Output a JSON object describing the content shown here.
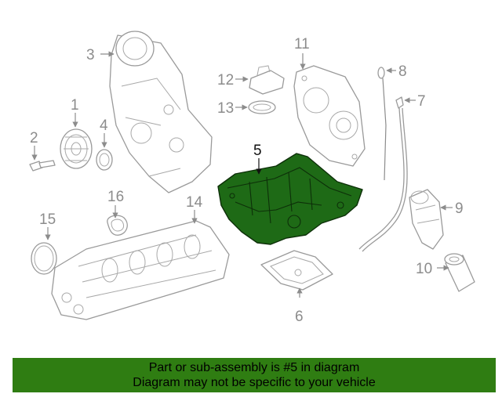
{
  "banner": {
    "line1": "Part or sub-assembly is #5 in diagram",
    "line2": "Diagram may not be specific to your vehicle"
  },
  "highlighted_part": "5",
  "colors": {
    "highlight_fill": "#1e6a16",
    "banner_bg": "#2f7d12",
    "callout_gray": "#8c8c8c"
  },
  "callouts": {
    "c1": "1",
    "c2": "2",
    "c3": "3",
    "c4": "4",
    "c5": "5",
    "c6": "6",
    "c7": "7",
    "c8": "8",
    "c9": "9",
    "c10": "10",
    "c11": "11",
    "c12": "12",
    "c13": "13",
    "c14": "14",
    "c15": "15",
    "c16": "16"
  }
}
